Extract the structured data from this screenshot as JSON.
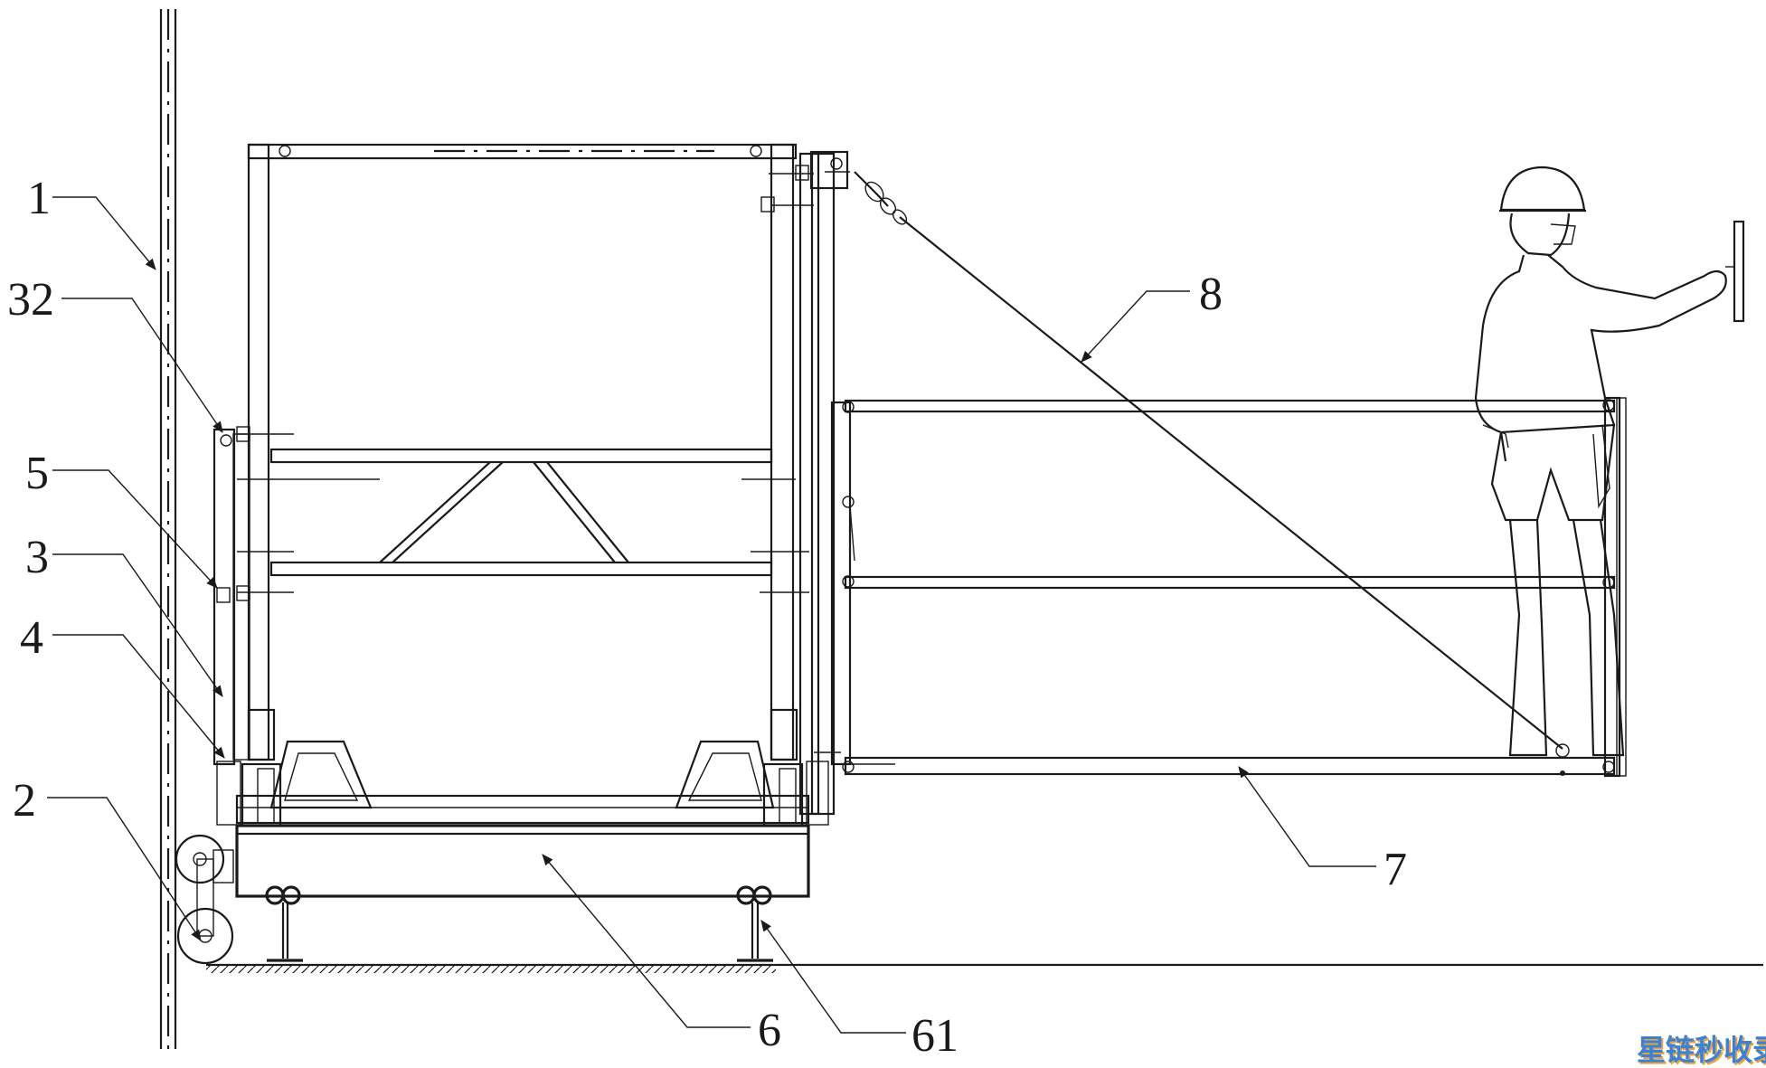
{
  "diagram": {
    "callouts": [
      {
        "id": "c1",
        "label": "1"
      },
      {
        "id": "c32",
        "label": "32"
      },
      {
        "id": "c5",
        "label": "5"
      },
      {
        "id": "c3",
        "label": "3"
      },
      {
        "id": "c4",
        "label": "4"
      },
      {
        "id": "c2",
        "label": "2"
      },
      {
        "id": "c8",
        "label": "8"
      },
      {
        "id": "c7",
        "label": "7"
      },
      {
        "id": "c6",
        "label": "6"
      },
      {
        "id": "c61",
        "label": "61"
      }
    ]
  },
  "watermark": {
    "text": "星链秒收录",
    "color": "#3b82d6",
    "shadow_color": "#e8a33b"
  }
}
